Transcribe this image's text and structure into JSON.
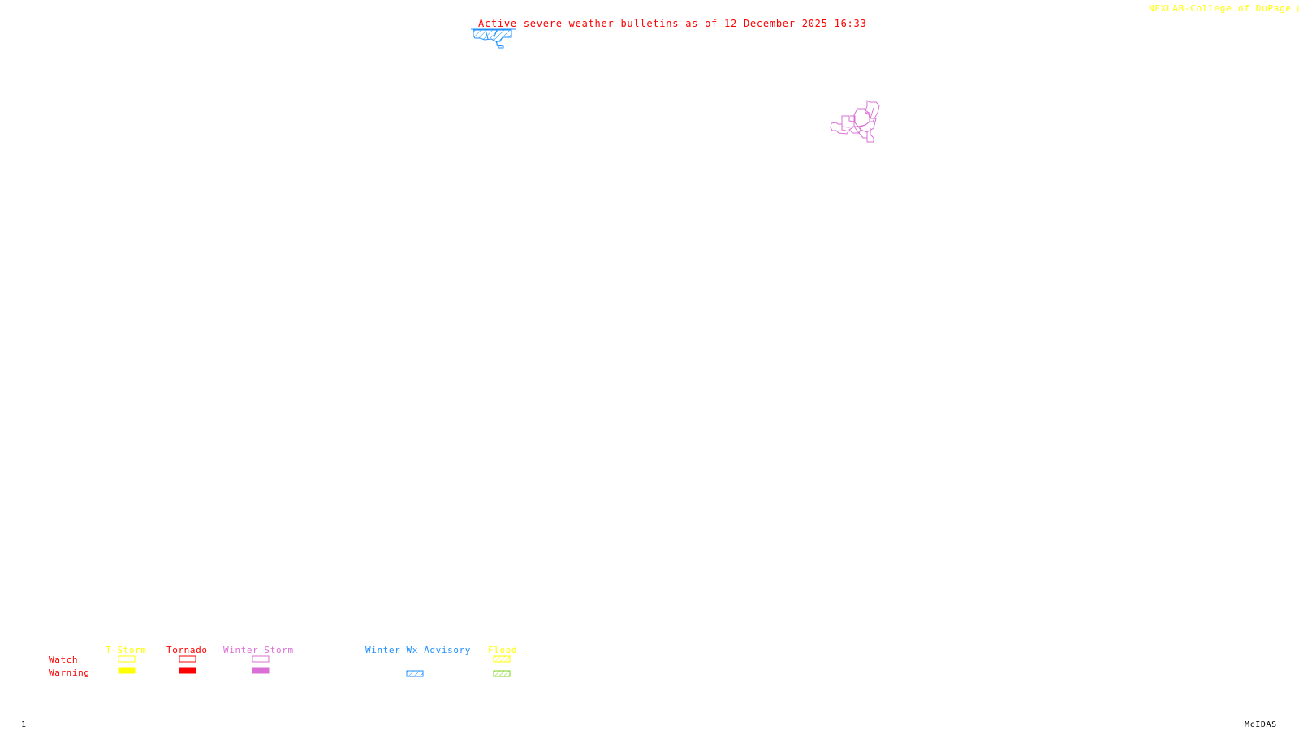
{
  "header": {
    "title": "Active severe weather bulletins as of 12 December 2025 16:33",
    "credit": "NEXLAB-College of DuPage"
  },
  "colors": {
    "title": "#ff0000",
    "credit": "#ffff00",
    "tstorm": "#ffff00",
    "tornado": "#ff0000",
    "winter_storm": "#da70d6",
    "winter_wx_advisory": "#1e90ff",
    "flood_watch": "#ffff00",
    "flood_warning": "#7fd321"
  },
  "map_features": [
    {
      "type": "winter-wx-advisory-area",
      "color": "#1e90ff",
      "fill": "hatched"
    },
    {
      "type": "winter-storm-watch-area",
      "color": "#da70d6",
      "fill": "outline"
    }
  ],
  "legend": {
    "row_labels": {
      "watch": "Watch",
      "warning": "Warning"
    },
    "columns": [
      {
        "label": "T-Storm",
        "watch": "outline",
        "warning": "solid"
      },
      {
        "label": "Tornado",
        "watch": "outline",
        "warning": "solid"
      },
      {
        "label": "Winter Storm",
        "watch": "outline",
        "warning": "solid"
      },
      {
        "label": "Winter Wx Advisory",
        "watch": null,
        "warning": "hatched"
      },
      {
        "label": "Flood",
        "watch": "hatched",
        "warning": "hatched"
      }
    ]
  },
  "footer": {
    "frame_number": "1",
    "software": "McIDAS"
  }
}
